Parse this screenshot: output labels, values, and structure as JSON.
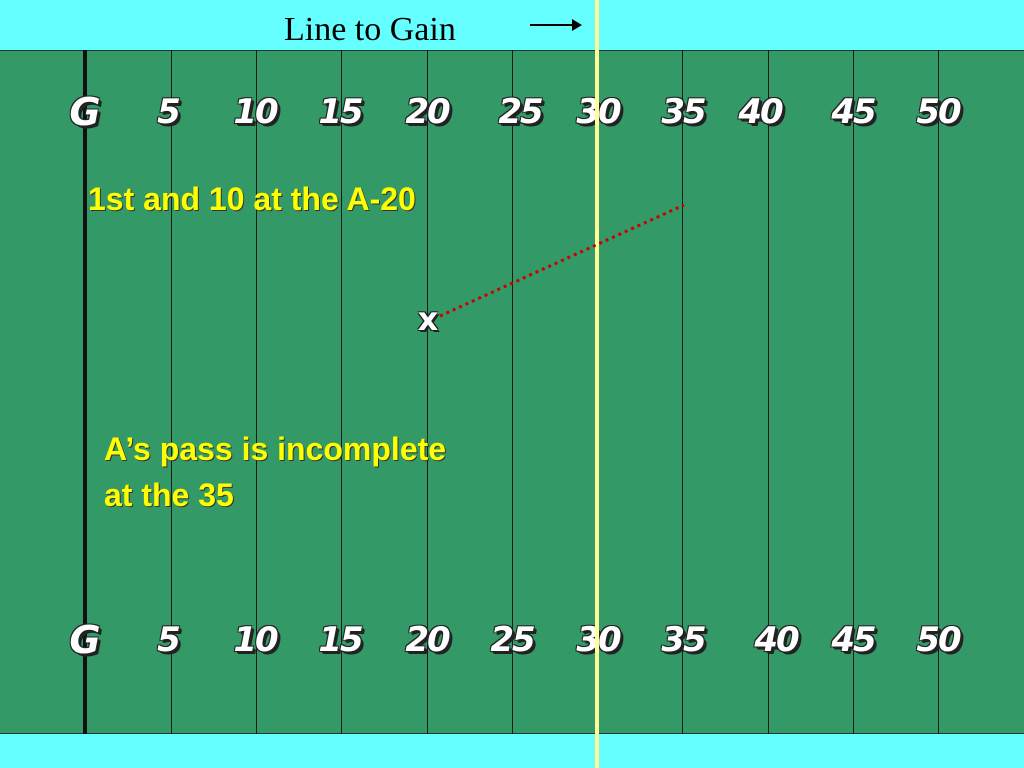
{
  "header": {
    "title": "Line to Gain"
  },
  "field": {
    "top_numbers": [
      "G",
      "5",
      "10",
      "15",
      "20",
      "25",
      "30",
      "35",
      "40",
      "45",
      "50"
    ],
    "bottom_numbers": [
      "G",
      "5",
      "10",
      "15",
      "20",
      "25",
      "30",
      "35",
      "40",
      "45",
      "50"
    ]
  },
  "play": {
    "down_text": "1st and 10 at the A-20",
    "result_line1": "A’s pass is incomplete",
    "result_line2": "at the 35",
    "marker": "x"
  },
  "colors": {
    "field": "#339966",
    "sideline": "#66ffff",
    "line_to_gain": "#ffff99",
    "caption": "#ffff00",
    "pass_path": "#cc0000"
  }
}
